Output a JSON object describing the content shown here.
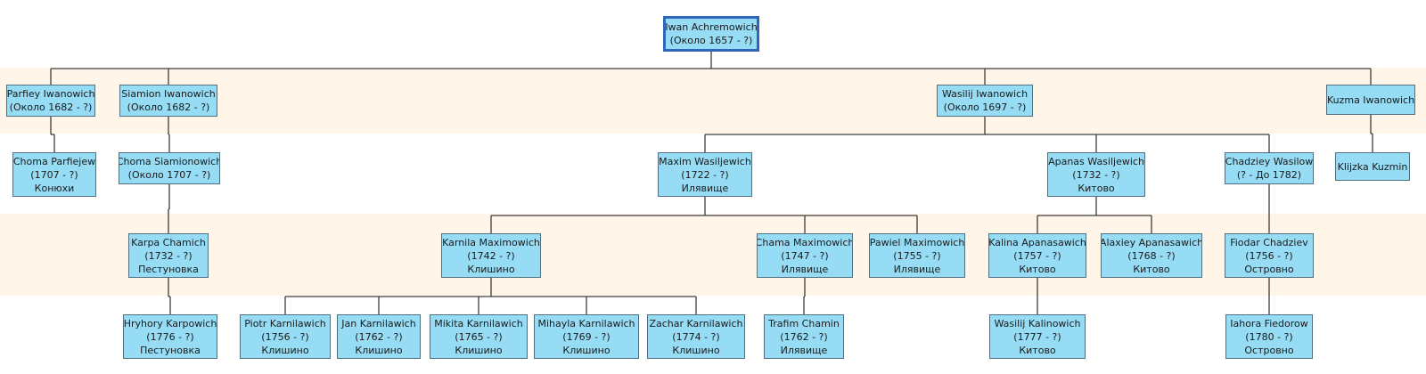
{
  "persons": [
    {
      "id": "p0",
      "name": "Iwan Achremowich",
      "dates": "(Около 1657 - ?)",
      "place": "",
      "parent": null
    },
    {
      "id": "p1",
      "name": "Parfiey Iwanowich",
      "dates": "(Около 1682 - ?)",
      "place": "",
      "parent": "p0"
    },
    {
      "id": "p2",
      "name": "Siamion Iwanowich",
      "dates": "(Около 1682 - ?)",
      "place": "",
      "parent": "p0"
    },
    {
      "id": "p3",
      "name": "Wasilij Iwanowich",
      "dates": "(Около 1697 - ?)",
      "place": "",
      "parent": "p0"
    },
    {
      "id": "p4",
      "name": "Kuzma Iwanowich",
      "dates": "",
      "place": "",
      "parent": "p0"
    },
    {
      "id": "p5",
      "name": "Choma Parfiejew",
      "dates": "(1707 - ?)",
      "place": "Конюхи",
      "parent": "p1"
    },
    {
      "id": "p6",
      "name": "Choma Siamionowich",
      "dates": "(Около 1707 - ?)",
      "place": "",
      "parent": "p2"
    },
    {
      "id": "p7",
      "name": "Maxim Wasiljewich",
      "dates": "(1722 - ?)",
      "place": "Илявище",
      "parent": "p3"
    },
    {
      "id": "p8",
      "name": "Apanas Wasiljewich",
      "dates": "(1732 - ?)",
      "place": "Китово",
      "parent": "p3"
    },
    {
      "id": "p9",
      "name": "Chadziey Wasilow",
      "dates": "(? - До 1782)",
      "place": "",
      "parent": "p3"
    },
    {
      "id": "p10",
      "name": "Klijzka Kuzmin",
      "dates": "",
      "place": "",
      "parent": "p4"
    },
    {
      "id": "p11",
      "name": "Karpa Chamich",
      "dates": "(1732 - ?)",
      "place": "Пестуновка",
      "parent": "p6"
    },
    {
      "id": "p12",
      "name": "Karnila Maximowich",
      "dates": "(1742 - ?)",
      "place": "Клишино",
      "parent": "p7"
    },
    {
      "id": "p13",
      "name": "Chama Maximowich",
      "dates": "(1747 - ?)",
      "place": "Илявище",
      "parent": "p7"
    },
    {
      "id": "p14",
      "name": "Pawiel Maximowich",
      "dates": "(1755 - ?)",
      "place": "Илявище",
      "parent": "p7"
    },
    {
      "id": "p15",
      "name": "Kalina Apanasawich",
      "dates": "(1757 - ?)",
      "place": "Китово",
      "parent": "p8"
    },
    {
      "id": "p16",
      "name": "Alaxiey Apanasawich",
      "dates": "(1768 - ?)",
      "place": "Китово",
      "parent": "p8"
    },
    {
      "id": "p17",
      "name": "Fiodar Chadziev",
      "dates": "(1756 - ?)",
      "place": "Островно",
      "parent": "p9"
    },
    {
      "id": "p18",
      "name": "Hryhory Karpowich",
      "dates": "(1776 - ?)",
      "place": "Пестуновка",
      "parent": "p11"
    },
    {
      "id": "p19",
      "name": "Piotr Karnilawich",
      "dates": "(1756 - ?)",
      "place": "Клишино",
      "parent": "p12"
    },
    {
      "id": "p20",
      "name": "Jan Karnilawich",
      "dates": "(1762 - ?)",
      "place": "Клишино",
      "parent": "p12"
    },
    {
      "id": "p21",
      "name": "Mikita Karnilawich",
      "dates": "(1765 - ?)",
      "place": "Клишино",
      "parent": "p12"
    },
    {
      "id": "p22",
      "name": "Mihayla Karnilawich",
      "dates": "(1769 - ?)",
      "place": "Клишино",
      "parent": "p12"
    },
    {
      "id": "p23",
      "name": "Zachar Karnilawich",
      "dates": "(1774 - ?)",
      "place": "Клишино",
      "parent": "p12"
    },
    {
      "id": "p24",
      "name": "Trafim Chamin",
      "dates": "(1762 - ?)",
      "place": "Илявище",
      "parent": "p13"
    },
    {
      "id": "p25",
      "name": "Wasilij Kalinowich",
      "dates": "(1777 - ?)",
      "place": "Китово",
      "parent": "p15"
    },
    {
      "id": "p26",
      "name": "Iahora Fiedorow",
      "dates": "(1780 - ?)",
      "place": "Островно",
      "parent": "p17"
    }
  ],
  "colors": {
    "node_fill": "#97dcf5",
    "node_border": "#4f6f82",
    "root_border": "#2f66b8",
    "generation_band": "#fff6e9",
    "connector": "#3d3d3d"
  }
}
